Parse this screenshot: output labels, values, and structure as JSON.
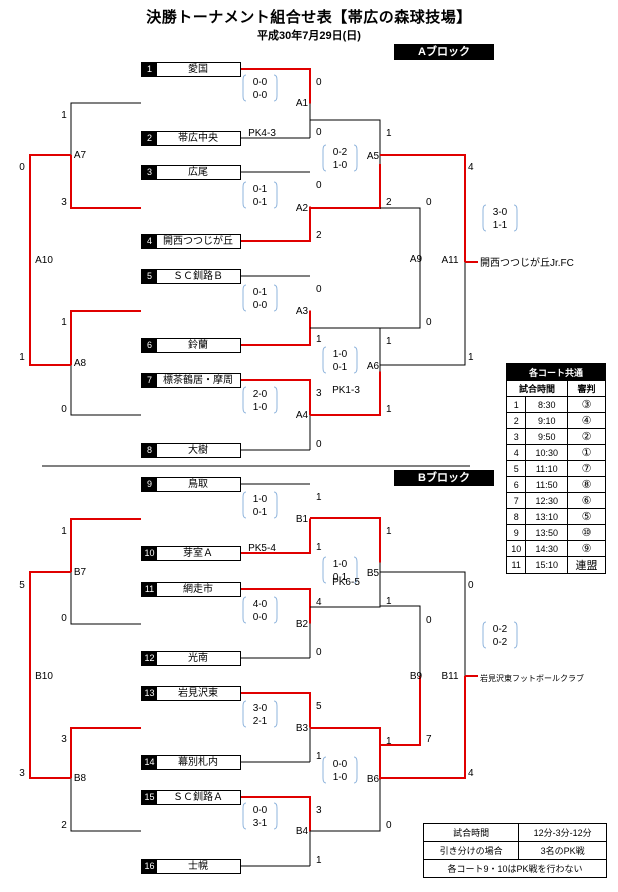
{
  "title": "決勝トーナメント組合せ表【帯広の森球技場】",
  "subtitle": "平成30年7月29日(日)",
  "block_a_label": "Aブロック",
  "block_b_label": "Bブロック",
  "colors": {
    "win_line": "#e00000",
    "line": "#000000",
    "bracket_paren": "#8fb4dc"
  },
  "teams": [
    {
      "num": "1",
      "name": "愛国"
    },
    {
      "num": "2",
      "name": "帯広中央"
    },
    {
      "num": "3",
      "name": "広尾"
    },
    {
      "num": "4",
      "name": "開西つつじが丘"
    },
    {
      "num": "5",
      "name": "ＳＣ釧路Ｂ"
    },
    {
      "num": "6",
      "name": "鈴蘭"
    },
    {
      "num": "7",
      "name": "標茶鶴居・摩周"
    },
    {
      "num": "8",
      "name": "大樹"
    },
    {
      "num": "9",
      "name": "鳥取"
    },
    {
      "num": "10",
      "name": "芽室Ａ"
    },
    {
      "num": "11",
      "name": "網走市"
    },
    {
      "num": "12",
      "name": "光南"
    },
    {
      "num": "13",
      "name": "岩見沢東"
    },
    {
      "num": "14",
      "name": "幕別札内"
    },
    {
      "num": "15",
      "name": "ＳＣ釧路Ａ"
    },
    {
      "num": "16",
      "name": "士幌"
    }
  ],
  "matches": {
    "A1": {
      "label": "A1",
      "s1": "0",
      "s2": "0",
      "half1": "0-0",
      "half2": "0-0",
      "pk": "PK4-3"
    },
    "A2": {
      "label": "A2",
      "s1": "0",
      "s2": "2",
      "half1": "0-1",
      "half2": "0-1"
    },
    "A3": {
      "label": "A3",
      "s1": "0",
      "s2": "1",
      "half1": "0-1",
      "half2": "0-0"
    },
    "A4": {
      "label": "A4",
      "s1": "3",
      "s2": "0",
      "half1": "2-0",
      "half2": "1-0"
    },
    "A5": {
      "label": "A5",
      "s1": "1",
      "s2": "2",
      "half1": "0-2",
      "half2": "1-0"
    },
    "A6": {
      "label": "A6",
      "s1": "1",
      "s2": "1",
      "half1": "1-0",
      "half2": "0-1",
      "pk": "PK1-3"
    },
    "A7": {
      "label": "A7",
      "s1": "1",
      "s2": "3"
    },
    "A8": {
      "label": "A8",
      "s1": "1",
      "s2": "0"
    },
    "A9": {
      "label": "A9",
      "s1": "0",
      "s2": "0"
    },
    "A10": {
      "label": "A10",
      "s1": "0",
      "s2": "1"
    },
    "A11": {
      "label": "A11",
      "s1": "4",
      "s2": "1",
      "half1": "3-0",
      "half2": "1-1",
      "winner": "開西つつじが丘Jr.FC"
    },
    "B1": {
      "label": "B1",
      "s1": "1",
      "s2": "1",
      "half1": "1-0",
      "half2": "0-1",
      "pk": "PK5-4"
    },
    "B2": {
      "label": "B2",
      "s1": "4",
      "s2": "0",
      "half1": "4-0",
      "half2": "0-0"
    },
    "B3": {
      "label": "B3",
      "s1": "5",
      "s2": "1",
      "half1": "3-0",
      "half2": "2-1"
    },
    "B4": {
      "label": "B4",
      "s1": "3",
      "s2": "1",
      "half1": "0-0",
      "half2": "3-1"
    },
    "B5": {
      "label": "B5",
      "s1": "1",
      "s2": "1",
      "half1": "1-0",
      "half2": "0-1",
      "pk": "PK6-5"
    },
    "B6": {
      "label": "B6",
      "s1": "1",
      "s2": "0",
      "half1": "0-0",
      "half2": "1-0"
    },
    "B7": {
      "label": "B7",
      "s1": "1",
      "s2": "0"
    },
    "B8": {
      "label": "B8",
      "s1": "3",
      "s2": "2"
    },
    "B9": {
      "label": "B9",
      "s1": "0",
      "s2": "7"
    },
    "B10": {
      "label": "B10",
      "s1": "5",
      "s2": "3"
    },
    "B11": {
      "label": "B11",
      "s1": "0",
      "s2": "4",
      "half1": "0-2",
      "half2": "0-2",
      "winner": "岩見沢東フットボールクラブ"
    }
  },
  "court_table": {
    "title": "各コート共通",
    "headers": [
      "試合時間",
      "審判"
    ],
    "rows": [
      [
        "1",
        "8:30",
        "③"
      ],
      [
        "2",
        "9:10",
        "④"
      ],
      [
        "3",
        "9:50",
        "②"
      ],
      [
        "4",
        "10:30",
        "①"
      ],
      [
        "5",
        "11:10",
        "⑦"
      ],
      [
        "6",
        "11:50",
        "⑧"
      ],
      [
        "7",
        "12:30",
        "⑥"
      ],
      [
        "8",
        "13:10",
        "⑤"
      ],
      [
        "9",
        "13:50",
        "⑩"
      ],
      [
        "10",
        "14:30",
        "⑨"
      ],
      [
        "11",
        "15:10",
        "連盟"
      ]
    ]
  },
  "info_table": {
    "match_time_label": "試合時間",
    "match_time_value": "12分-3分-12分",
    "draw_label": "引き分けの場合",
    "draw_value": "3名のPK戦",
    "note": "各コート9・10はPK戦を行わない"
  }
}
